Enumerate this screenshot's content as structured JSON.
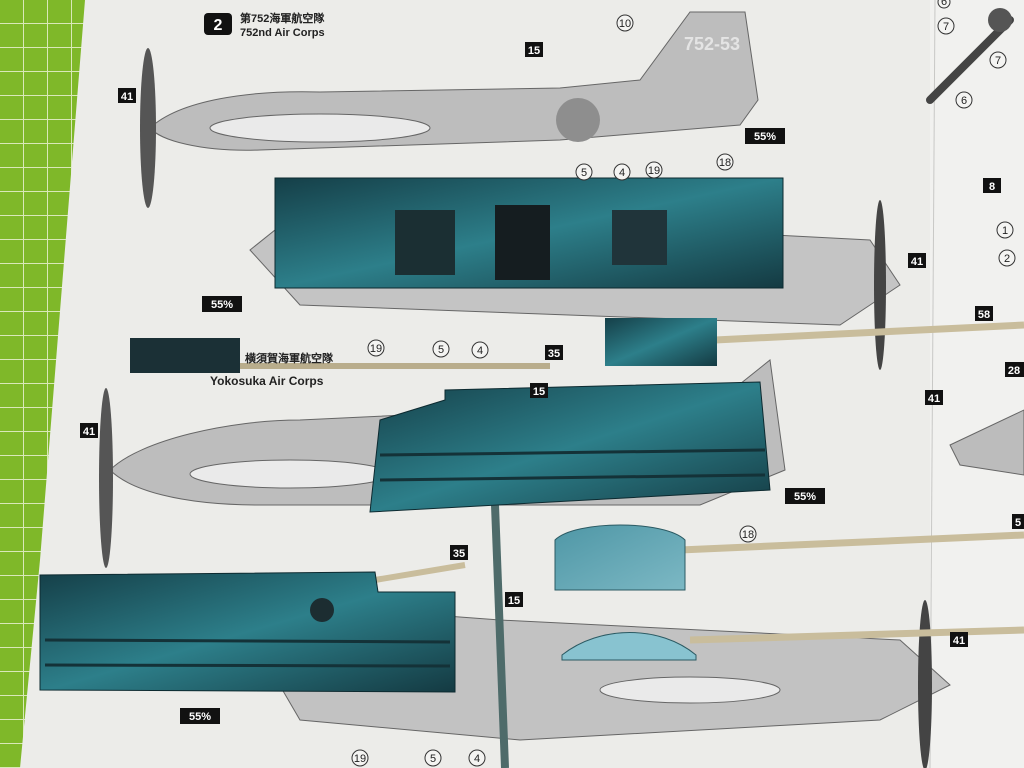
{
  "scheme_2": {
    "badge": "2",
    "title_jp": "第752海軍航空隊",
    "title_en": "752nd Air Corps",
    "tail_code": "752-53"
  },
  "scheme_3": {
    "title_jp_partial": "横須賀海軍航空隊",
    "title_en": "Yokosuka Air Corps"
  },
  "scale_labels": [
    "55%",
    "55%",
    "55%",
    "55%"
  ],
  "part_numbers_square": [
    "41",
    "15",
    "41",
    "35",
    "15",
    "41",
    "35",
    "15",
    "41",
    "8",
    "58",
    "28",
    "41",
    "5"
  ],
  "part_numbers_circle": [
    "10",
    "5",
    "4",
    "19",
    "18",
    "5",
    "4",
    "19",
    "18",
    "19",
    "5",
    "4",
    "7",
    "7",
    "6",
    "1",
    "2",
    "6"
  ],
  "colors": {
    "cutting_mat": "#7fb829",
    "paper": "#ecece9",
    "aircraft_gray": "#b9b9b9",
    "cockpit_parts_teal": "#1f5f6a",
    "sticks": "#c9bd9c"
  }
}
